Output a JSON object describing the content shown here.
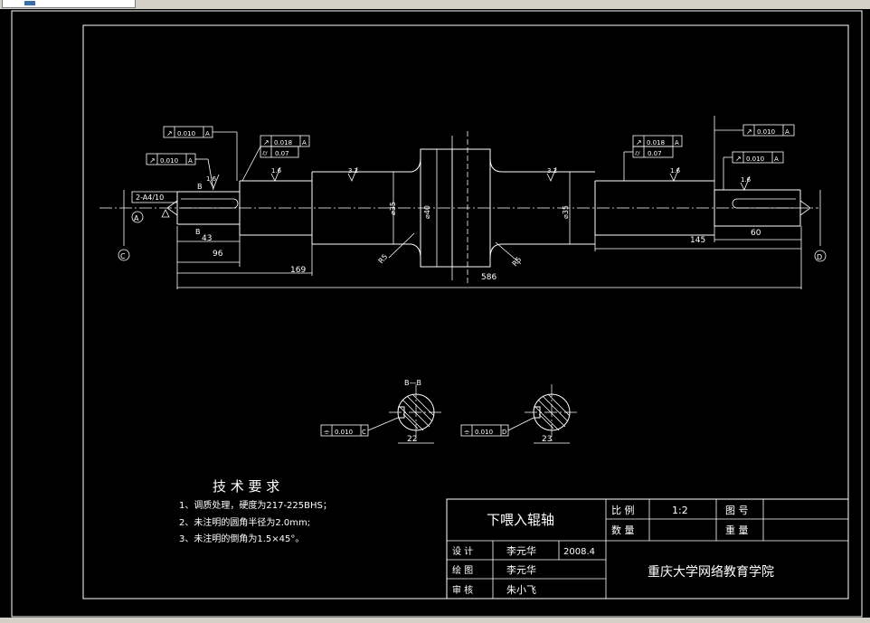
{
  "window": {
    "tab_icon": "drawing-tab-icon"
  },
  "colors": {
    "background": "#000000",
    "lines": "#ffffff",
    "chrome": "#d4d0c8"
  },
  "title_block": {
    "part_name": "下喂入辊轴",
    "scale_label": "比 例",
    "scale_value": "1:2",
    "drawing_no_label": "图 号",
    "quantity_label": "数 量",
    "weight_label": "重 量",
    "design_label": "设 计",
    "designer": "李元华",
    "date": "2008.4",
    "drawing_label": "绘 图",
    "drafter": "李元华",
    "review_label": "审 核",
    "reviewer": "朱小飞",
    "institution": "重庆大学网络教育学院"
  },
  "tech_requirements": {
    "title": "技 术 要 求",
    "items": [
      "1、调质处理，硬度为217-225BHS；",
      "2、未注明的圆角半径为2.0mm;",
      "3、未注明的倒角为1.5×45°。"
    ]
  },
  "dimensions": {
    "d43": "43",
    "d96": "96",
    "d169": "169",
    "d586": "586",
    "d145": "145",
    "d60": "60",
    "r5_left": "R5",
    "r5_right": "R5",
    "phi35_left": "⌀35",
    "phi35_right": "⌀35",
    "phi40": "⌀40",
    "center_hole": "2-A4/10"
  },
  "tolerances": {
    "runout_1": [
      "↗",
      "0.010",
      "A"
    ],
    "runout_2": [
      "↗",
      "0.010",
      "A"
    ],
    "runout_3": [
      "↗",
      "0.018",
      "A"
    ],
    "cyl_1": [
      "⌭",
      "0.07",
      ""
    ],
    "runout_4": [
      "↗",
      "0.018",
      "A"
    ],
    "cyl_2": [
      "⌭",
      "0.07",
      ""
    ],
    "runout_5": [
      "↗",
      "0.010",
      "A"
    ],
    "runout_6": [
      "↗",
      "0.010",
      "A"
    ],
    "sym_c": [
      "⌯",
      "0.010",
      "C"
    ],
    "sym_d": [
      "⌯",
      "0.010",
      "D"
    ]
  },
  "datums": {
    "a": "A",
    "b": "B",
    "c": "C",
    "d": "D"
  },
  "roughness": {
    "r1": "1.6",
    "r2": "1.6",
    "r3": "3.2",
    "r4": "3.2",
    "r5": "1.6",
    "r6": "1.6"
  },
  "sections": {
    "bb_label": "B—B",
    "bb_width": "22",
    "dd_width": "23"
  }
}
